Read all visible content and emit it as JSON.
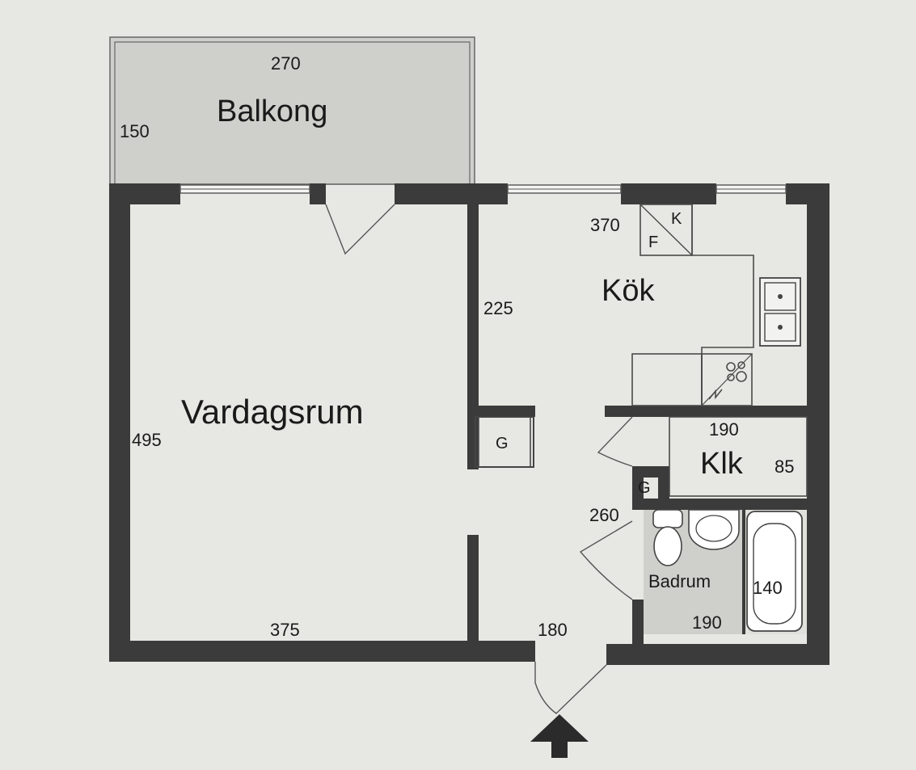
{
  "rooms": {
    "balcony": {
      "name": "Balkong",
      "width": "270",
      "depth": "150"
    },
    "living_room": {
      "name": "Vardagsrum",
      "height": "495",
      "width": "375"
    },
    "kitchen": {
      "name": "Kök",
      "width": "370",
      "depth": "225",
      "fridge_label": "F",
      "freezer_label": "K"
    },
    "closet": {
      "name": "Klk",
      "width": "190",
      "depth": "85"
    },
    "bathroom": {
      "name": "Badrum",
      "width": "190",
      "depth": "140"
    },
    "hall": {
      "width": "180",
      "depth": "260"
    }
  },
  "wardrobes": {
    "label_1": "G",
    "label_2": "G"
  },
  "entrance": {
    "icon": "arrow-up-icon"
  },
  "colors": {
    "wall": "#3b3b3b",
    "background": "#e7e7e3",
    "floor_tint": "#cfcfcc"
  }
}
